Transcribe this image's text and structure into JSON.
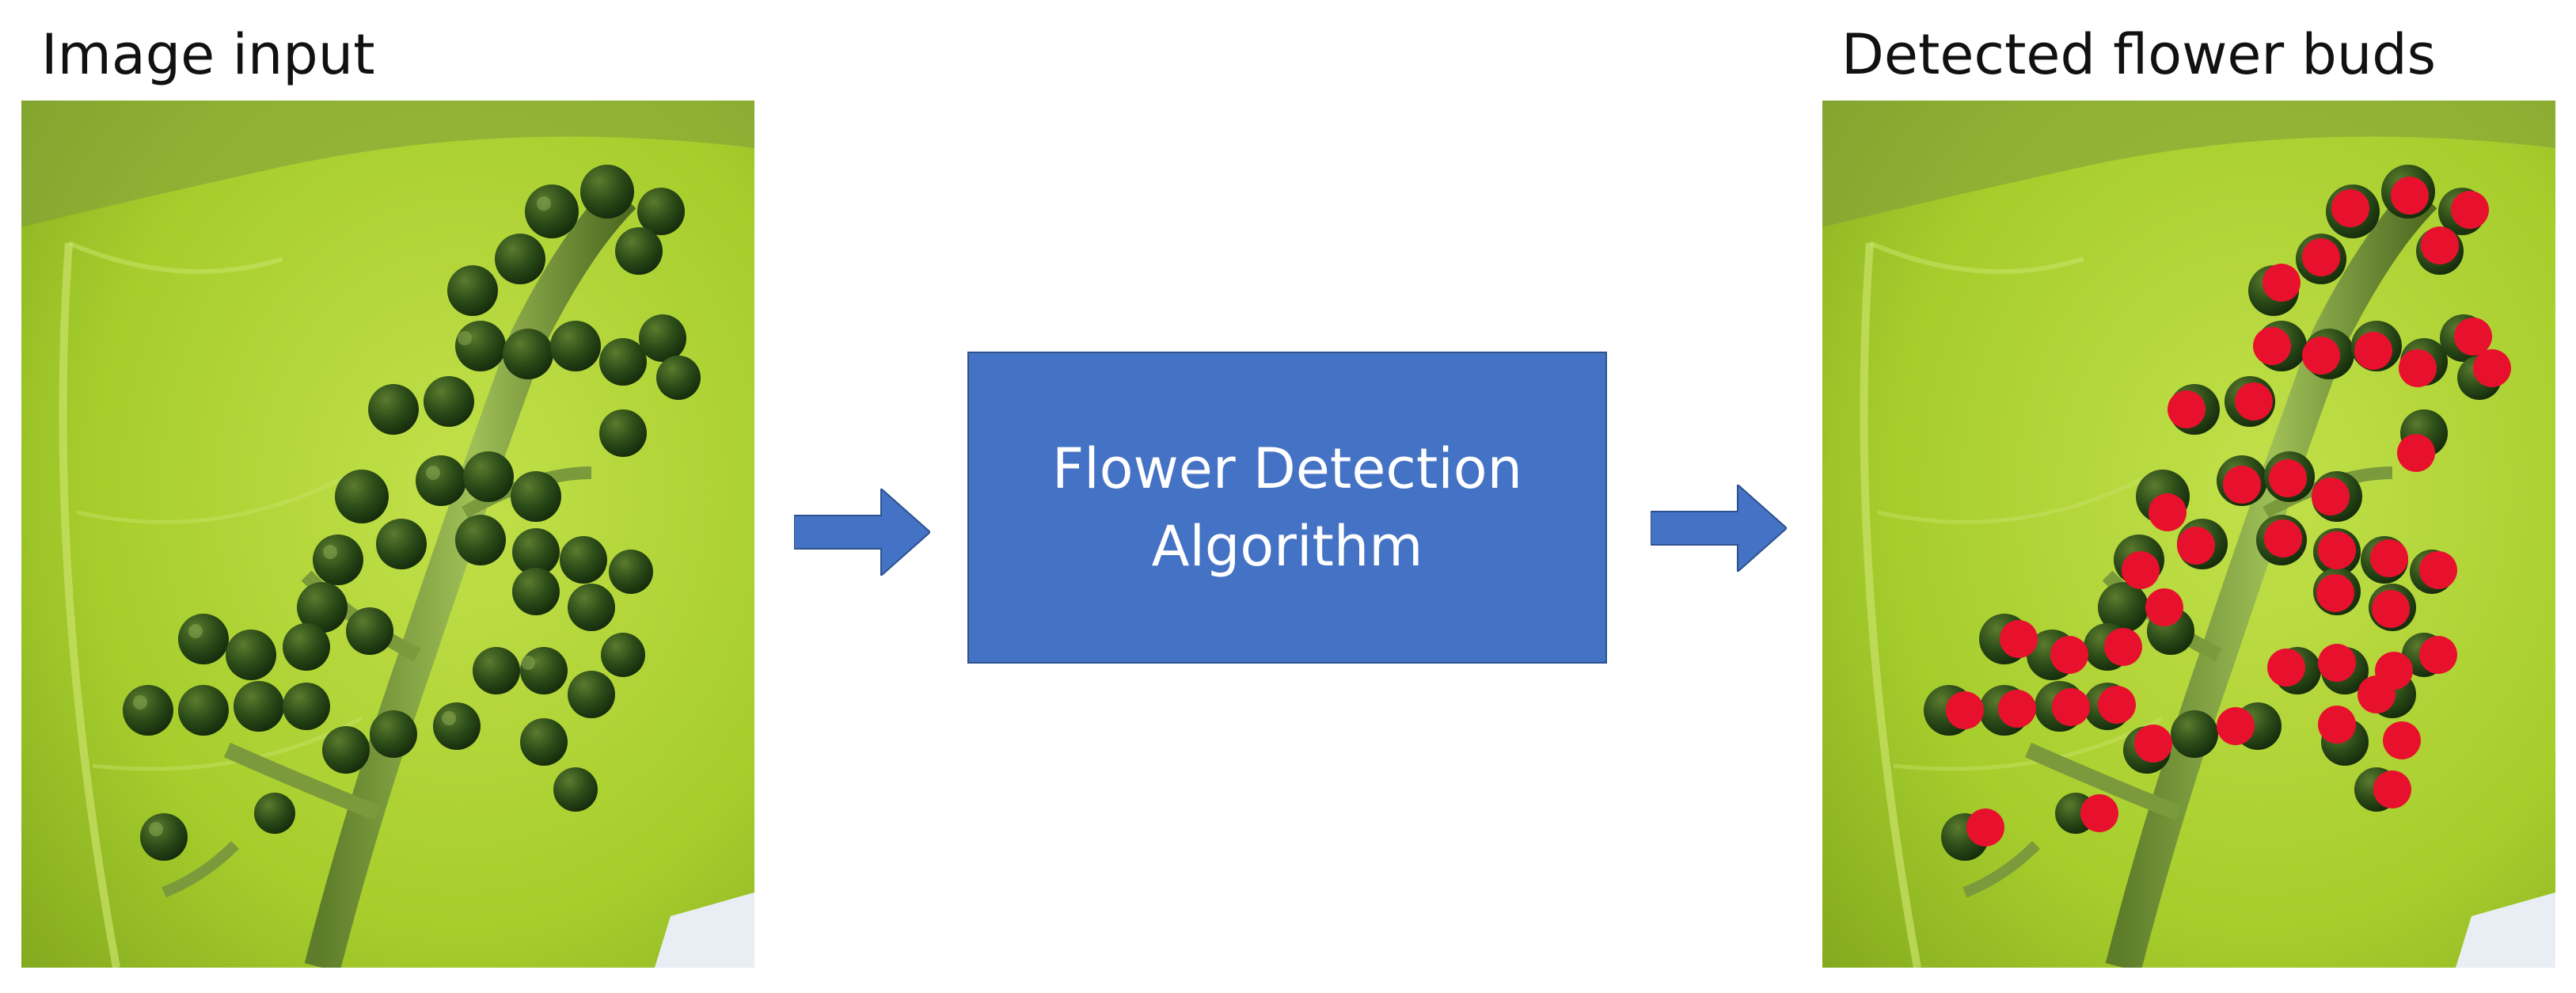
{
  "input": {
    "title": "Image input"
  },
  "algorithm": {
    "label": "Flower Detection Algorithm"
  },
  "output": {
    "title": "Detected flower buds"
  },
  "colors": {
    "box_fill": "#4472c4",
    "arrow_fill": "#4472c4",
    "leaf_green": "#a9d12e",
    "bud_dark": "#1f3a12",
    "detection_marker": "#e8112d"
  },
  "icons": {
    "arrow": "right-arrow-icon"
  }
}
